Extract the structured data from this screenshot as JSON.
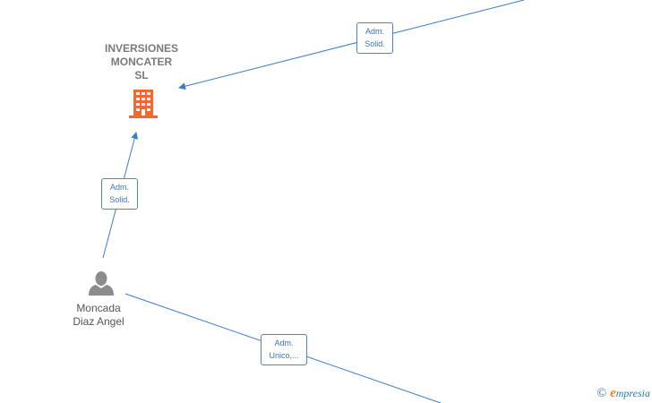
{
  "company": {
    "name_lines": [
      "INVERSIONES",
      "MONCATER",
      "SL"
    ],
    "icon": "building-icon",
    "color": "#f26a2e"
  },
  "person": {
    "name_lines": [
      "Moncada",
      "Diaz Angel"
    ],
    "icon": "person-icon",
    "color": "#8c8c8c"
  },
  "edges": [
    {
      "label_lines": [
        "Adm.",
        "Solid."
      ]
    },
    {
      "label_lines": [
        "Adm.",
        "Solid."
      ]
    },
    {
      "label_lines": [
        "Adm.",
        "Unico,..."
      ]
    }
  ],
  "edge_color": "#3a7cc8",
  "watermark": {
    "symbol": "©",
    "brand_initial": "e",
    "brand_rest": "mpresia"
  }
}
